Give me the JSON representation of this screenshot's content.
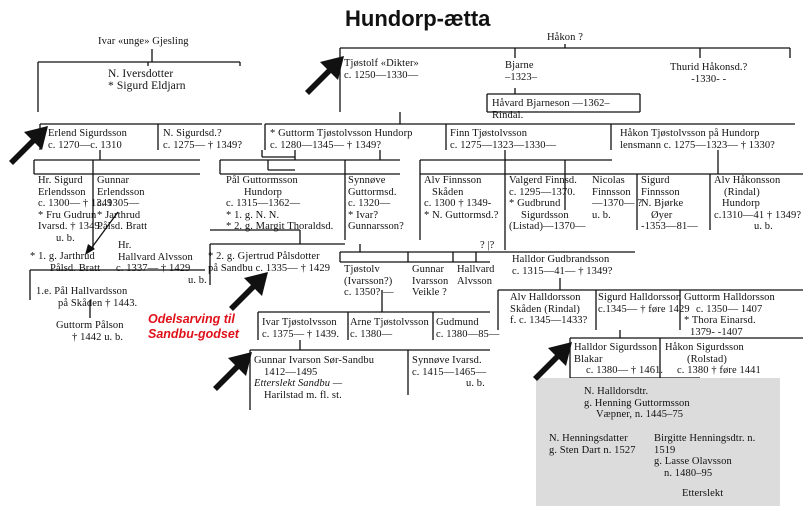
{
  "title": "Hundorp-ætta",
  "colors": {
    "annotation": "#e0111a",
    "arrow": "#111111",
    "highlight": "#dcdcdc"
  },
  "annotation": [
    "Odelsarving til",
    "Sandbu-godset"
  ],
  "persons": {
    "ivar": [
      "Ivar «unge» Gjesling"
    ],
    "hakon_top": [
      "Håkon ?"
    ],
    "n_iversdotter": [
      "N. Iversdotter",
      "* Sigurd Eldjarn"
    ],
    "tjostolf": [
      "Tjøstolf «Dikter»",
      "c. 1250—1330—"
    ],
    "bjarne": [
      "Bjarne",
      "–1323–"
    ],
    "thurid": [
      "Thurid Håkonsd.?",
      "-1330- -"
    ],
    "havard": [
      "Håvard Bjarneson —1362–",
      "Rindal."
    ],
    "erlend": [
      "Erlend Sigurdsson",
      "c. 1270—c. 1310"
    ],
    "n_sigurdsd": [
      "N. Sigurdsd.?",
      "c. 1275— † 1349?"
    ],
    "guttorm": [
      "* Guttorm Tjøstolvsson Hundorp",
      "c. 1280—1345— † 1349?"
    ],
    "finn": [
      "Finn Tjøstolvsson",
      "c. 1275—1323—1330—"
    ],
    "hakon_tj": [
      "Håkon Tjøstolvsson på Hundorp",
      "lensmann c. 1275—1323— † 1330?"
    ],
    "hr_sigurd": [
      "Hr. Sigurd",
      "Erlendsson",
      "c. 1300— † 1349",
      "* Fru Gudrun",
      "Ivarsd. † 1349.",
      "u. b."
    ],
    "gunnar_e": [
      "Gunnar",
      "Erlendsson",
      "c. 1305—",
      "* Jarthrud",
      "Pålsd. Bratt"
    ],
    "pal": [
      "Pål Guttormsson",
      "Hundorp",
      "c. 1315—1362—",
      "* 1. g. N. N.",
      "* 2. g. Margit Thoraldsd."
    ],
    "synnove_g": [
      "Synnøve",
      "Guttormsd.",
      "c. 1320—",
      "* Ivar?",
      "Gunnarsson?"
    ],
    "alv_f": [
      "Alv Finnsson",
      "Skåden",
      "c. 1300 † 1349-",
      "* N. Guttormsd.?"
    ],
    "valgerd": [
      "Valgerd Finnsd.",
      "c. 1295—1370.",
      "* Gudbrund",
      "Sigurdsson",
      "(Listad)—1370—"
    ],
    "nicolas": [
      "Nicolas",
      "Finnsson",
      "—1370— ?",
      "u. b."
    ],
    "sigurd_f": [
      "Sigurd",
      "Finnsson",
      "N. Bjørke",
      "Øyer",
      "-1353—81—"
    ],
    "alv_h": [
      "Alv Håkonsson",
      "(Rindal)",
      "Hundorp",
      "c.1310—41 † 1349?",
      "u. b."
    ],
    "hr_hallvard": [
      "Hr.",
      "Hallvard Alvsson",
      "c. 1337— † 1429",
      "u. b."
    ],
    "jarthrud": [
      "* 1. g. Jarthrud",
      "Pålsd. Bratt"
    ],
    "gjertrud": [
      "* 2. g. Gjertrud Pålsdotter",
      "på Sandbu c. 1335— † 1429"
    ],
    "pal_h": [
      "1.e. Pål Hallvardsson",
      "på Skåden † 1443."
    ],
    "guttorm_p": [
      "Guttorm Pålson",
      "† 1442 u. b."
    ],
    "tjostolv2": [
      "Tjøstolv",
      "(Ivarsson?)",
      "c. 1350? —"
    ],
    "gunnar_iv": [
      "Gunnar",
      "Ivarsson",
      "Veikle ?"
    ],
    "qmarks": [
      "? |?"
    ],
    "hallvard_a": [
      "Hallvard",
      "Alvsson"
    ],
    "halldor_g": [
      "Halldor Gudbrandsson",
      "c. 1315—41— † 1349?"
    ],
    "ivar_tj": [
      "Ivar Tjøstolvsson",
      "c. 1375— † 1439."
    ],
    "arne_tj": [
      "Arne Tjøstolvsson",
      "c. 1380—"
    ],
    "gudmund": [
      "Gudmund",
      "c. 1380—85—"
    ],
    "alv_hd": [
      "Alv Halldorsson",
      "Skåden (Rindal)",
      "f. c. 1345—1433?"
    ],
    "sigurd_hd": [
      "Sigurd Halldorsson",
      "c.1345— † føre 1429"
    ],
    "guttorm_hd": [
      "Guttorm Halldorsson",
      "c. 1350— 1407",
      "* Thora Einarsd.",
      "1379- -1407"
    ],
    "gunnar_sandbu": [
      "Gunnar Ivarson Sør-Sandbu",
      "1412—1495",
      "Etterslekt Sandbu —",
      "Harilstad m. fl. st."
    ],
    "synnove_iv": [
      "Synnøve Ivarsd.",
      "c. 1415—1465—",
      "u. b."
    ],
    "halldor_s": [
      "Halldor Sigurdsson",
      "Blakar",
      "c. 1380— † 1461."
    ],
    "hakon_s": [
      "Håkon Sigurdsson",
      "(Rolstad)",
      "c. 1380 † føre 1441"
    ],
    "n_halldorsdtr": [
      "N. Halldorsdtr.",
      "g. Henning Guttormsson",
      "Væpner, n. 1445–75"
    ],
    "n_henningsd": [
      "N. Henningsdatter",
      "g. Sten Dart n. 1527"
    ],
    "birgitte": [
      "Birgitte Henningsdtr. n.",
      "1519",
      "g. Lasse Olavsson",
      "n. 1480–95"
    ],
    "etterslekt": [
      "Etterslekt"
    ]
  }
}
